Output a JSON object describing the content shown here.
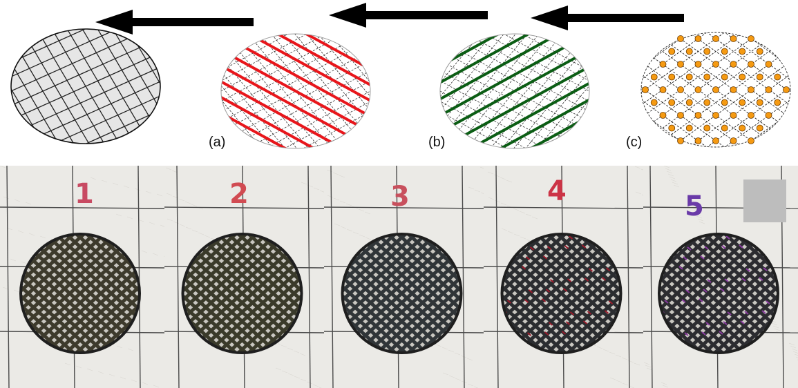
{
  "panels": [
    {
      "label": "(a)",
      "line_color": "#e8161b"
    },
    {
      "label": "(b)",
      "line_color": "#0b5d14"
    },
    {
      "label": "(c)",
      "node_color": "#f59a12"
    }
  ],
  "final_grid_fill": "#e6e6e6",
  "photos": [
    {
      "number": "1",
      "number_color": "#c84a62",
      "thread_color": "#3d3a2c",
      "stitch_color": ""
    },
    {
      "number": "2",
      "number_color": "#d14b52",
      "thread_color": "#3a3a2a",
      "stitch_color": ""
    },
    {
      "number": "3",
      "number_color": "#c8505d",
      "thread_color": "#303538",
      "stitch_color": ""
    },
    {
      "number": "4",
      "number_color": "#cc3446",
      "thread_color": "#2b2d30",
      "stitch_color": "#9b1a2a"
    },
    {
      "number": "5",
      "number_color": "#6a3aa8",
      "thread_color": "#2c2c30",
      "stitch_color": "#8a3aa0"
    }
  ],
  "paper_color": "#ebeae6",
  "grid_line_color": "#4a4a4a"
}
